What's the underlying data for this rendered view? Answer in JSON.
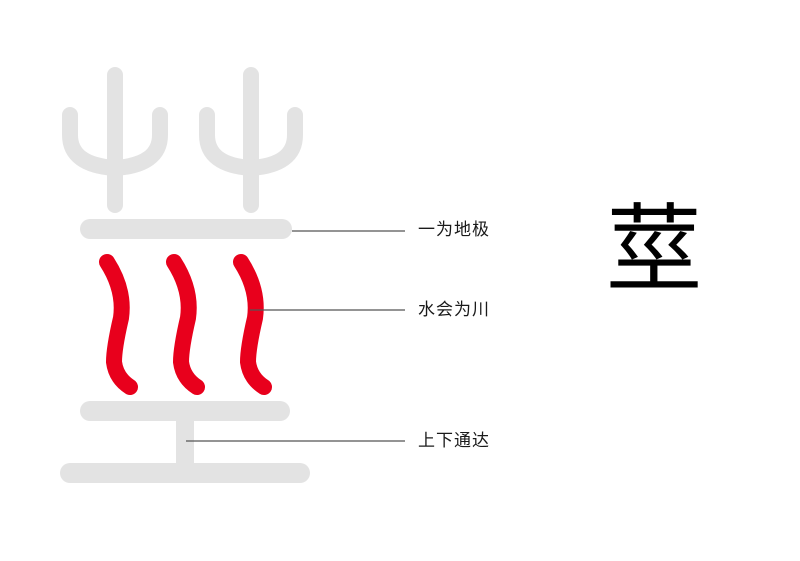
{
  "diagram": {
    "title_character": "莖",
    "colors": {
      "stroke_gray": "#e3e3e3",
      "water_red": "#e8001c",
      "leader_line": "#555555",
      "text": "#1a1a1a"
    },
    "annotations": [
      {
        "id": "ground",
        "label": "一为地极",
        "target": "top horizontal bar"
      },
      {
        "id": "water",
        "label": "水会为川",
        "target": "three red wavy lines"
      },
      {
        "id": "through",
        "label": "上下通达",
        "target": "vertical stem between bottom bars"
      }
    ]
  }
}
